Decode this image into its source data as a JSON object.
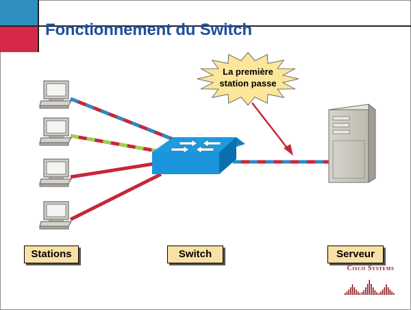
{
  "title": "Fonctionnement du Switch",
  "callout": {
    "line1": "La première",
    "line2": "station passe"
  },
  "labels": {
    "stations": "Stations",
    "switch": "Switch",
    "serveur": "Serveur"
  },
  "logo": {
    "wordmark": "Cisco Systems"
  },
  "icons": {
    "station": "desktop-computer-icon",
    "switch": "network-switch-icon",
    "server": "tower-server-icon",
    "callout": "starburst-callout-icon"
  },
  "colors": {
    "title": "#1f4f9c",
    "corner_blue": "#2f8fc0",
    "corner_red": "#d6294a",
    "link_red": "#c8263a",
    "link_blue": "#2b8cc4",
    "link_green": "#9ad24a",
    "switch_blue": "#1e9be0",
    "label_fill": "#f9e1a6",
    "callout_fill": "#fbe69a",
    "arrow": "#c8263a",
    "logo": "#8b1c1c"
  }
}
